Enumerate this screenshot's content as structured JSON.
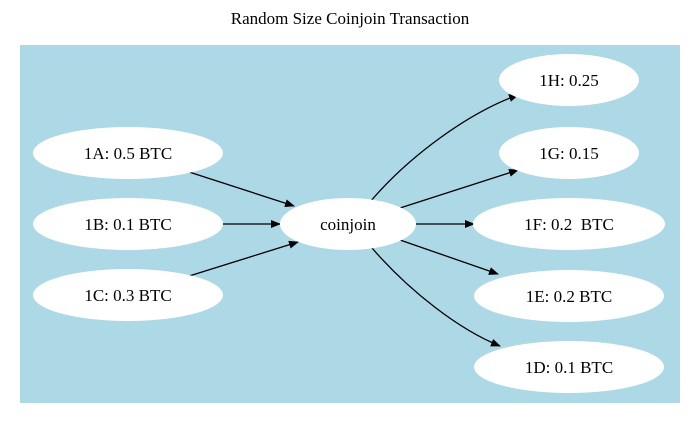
{
  "title": "Random Size Coinjoin Transaction",
  "colors": {
    "background": "#add8e6",
    "node_fill": "#ffffff",
    "edge": "#000000"
  },
  "nodes": {
    "in_1a": "1A: 0.5 BTC",
    "in_1b": "1B: 0.1 BTC",
    "in_1c": "1C: 0.3 BTC",
    "coinjoin": "coinjoin",
    "out_1h": "1H: 0.25",
    "out_1g": "1G: 0.15",
    "out_1f": "1F: 0.2  BTC",
    "out_1e": "1E: 0.2 BTC",
    "out_1d": "1D: 0.1 BTC"
  },
  "edges": [
    {
      "from": "in_1a",
      "to": "coinjoin"
    },
    {
      "from": "in_1b",
      "to": "coinjoin"
    },
    {
      "from": "in_1c",
      "to": "coinjoin"
    },
    {
      "from": "coinjoin",
      "to": "out_1h"
    },
    {
      "from": "coinjoin",
      "to": "out_1g"
    },
    {
      "from": "coinjoin",
      "to": "out_1f"
    },
    {
      "from": "coinjoin",
      "to": "out_1e"
    },
    {
      "from": "coinjoin",
      "to": "out_1d"
    }
  ]
}
